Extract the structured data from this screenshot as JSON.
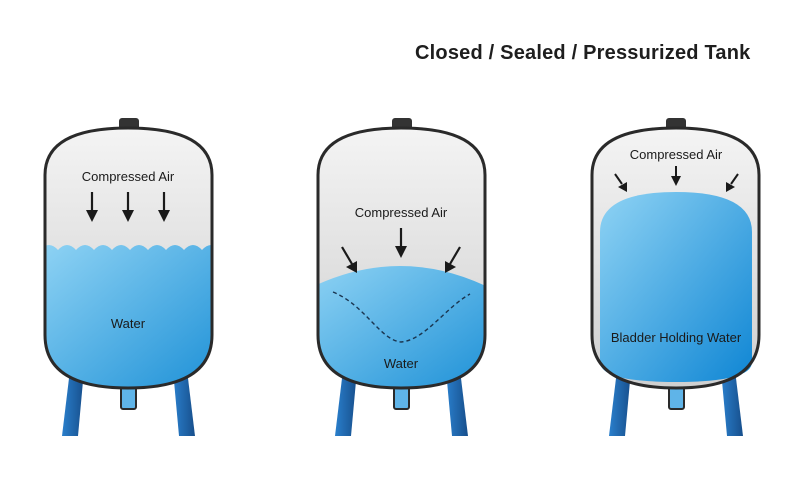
{
  "title": "Closed / Sealed / Pressurized Tank",
  "tanks": [
    {
      "air_label": "Compressed Air",
      "water_label": "Water"
    },
    {
      "air_label": "Compressed Air",
      "water_label": "Water"
    },
    {
      "air_label": "Compressed Air",
      "water_label": "Bladder Holding Water"
    }
  ],
  "colors": {
    "tank_fill_top": "#f4f4f4",
    "tank_fill_bottom": "#cfcfcf",
    "tank_outline": "#2a2a2a",
    "water_light": "#8fd3f4",
    "water_dark": "#1b8fd6",
    "leg": "#1f6fbf",
    "leg_dark": "#174f8c",
    "valve": "#333333",
    "arrow": "#1a1a1a"
  }
}
